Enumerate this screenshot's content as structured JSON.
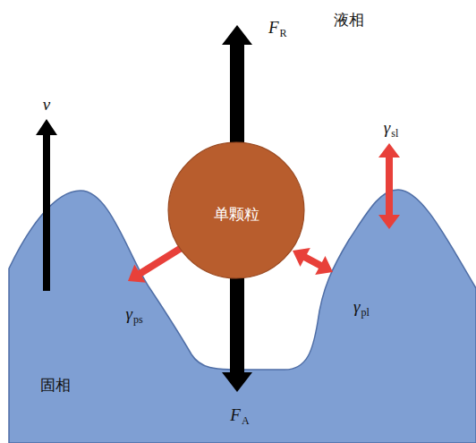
{
  "diagram": {
    "nodes": [
      {
        "text": [
          "单颗粒"
        ]
      }
    ],
    "labels": [
      "液相",
      "固相",
      "FR",
      "FA",
      "v",
      "γsl",
      "γps",
      "γpl"
    ]
  }
}
